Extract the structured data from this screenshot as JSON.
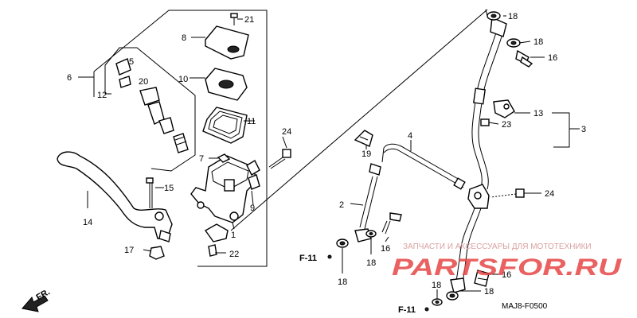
{
  "callouts": {
    "c21": "21",
    "c8": "8",
    "c5": "5",
    "c6": "6",
    "c20": "20",
    "c10": "10",
    "c12": "12",
    "c11": "11",
    "c24a": "24",
    "c7": "7",
    "c9": "9",
    "c15": "15",
    "c14": "14",
    "c1": "1",
    "c17": "17",
    "c22": "22",
    "c18a": "18",
    "c18b": "18",
    "c16a": "16",
    "c13": "13",
    "c3": "3",
    "c23": "23",
    "c4": "4",
    "c19": "19",
    "c24b": "24",
    "c2": "2",
    "c16b": "16",
    "c18c": "18",
    "c18d": "18",
    "c18e": "18",
    "c16c": "16",
    "c18f": "18"
  },
  "refs": {
    "f11a": "F-11",
    "f11b": "F-11",
    "fr": "FR."
  },
  "code": "MAJ8-F0500",
  "watermark": {
    "caption": "ЗАПЧАСТИ И АКСЕССУАРЫ ДЛЯ МОТОТЕХНИКИ",
    "brand": "PARTSFOR.RU"
  }
}
